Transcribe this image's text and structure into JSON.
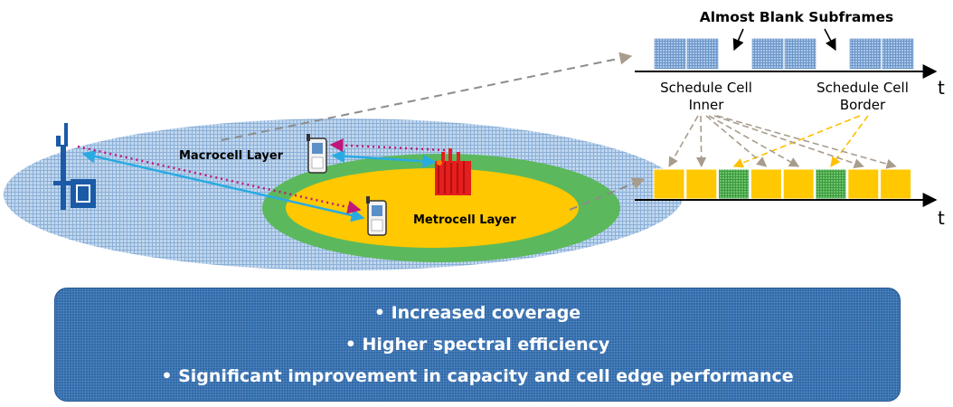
{
  "title": "Almost Blank Subframes",
  "labels": {
    "macrocell_layer": "Macrocell Layer",
    "metrocell_layer": "Metrocell Layer",
    "schedule_inner_line1": "Schedule Cell",
    "schedule_inner_line2": "Inner",
    "schedule_border_line1": "Schedule Cell",
    "schedule_border_line2": "Border",
    "time_axis_top": "t",
    "time_axis_bottom": "t"
  },
  "macro_subframes": [
    "tx",
    "tx",
    "blank",
    "tx",
    "tx",
    "blank",
    "tx",
    "tx"
  ],
  "metro_subframes": [
    "inner",
    "inner",
    "border",
    "inner",
    "inner",
    "border",
    "inner",
    "inner"
  ],
  "colors": {
    "macro_layer": "#9ec0e4",
    "metro_outer_ring": "#5cb85c",
    "metro_inner": "#ffc800",
    "subframe_inner": "#ffc800",
    "subframe_border": "#4caf50",
    "subframe_macro": "#7fa8d8",
    "arrow_inner": "#a89c8c",
    "arrow_border": "#ffc000",
    "link_cyan": "#29abe2",
    "link_interference": "#c0177a",
    "benefits_box": "#2f6aab"
  },
  "benefits": [
    "• Increased coverage",
    "• Higher spectral efficiency",
    "• Significant improvement in capacity and cell edge performance"
  ]
}
